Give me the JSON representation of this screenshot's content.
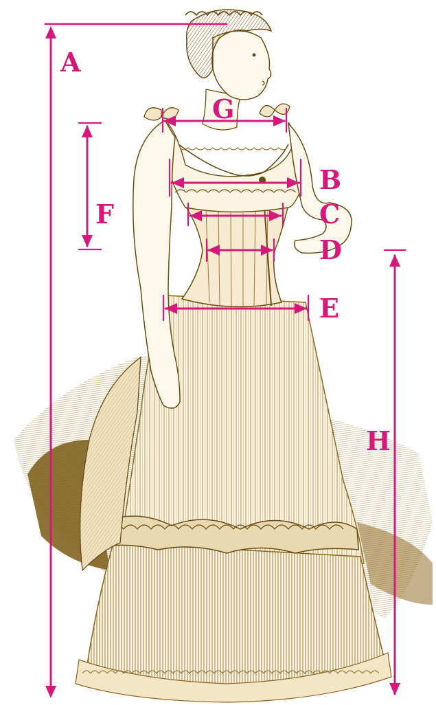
{
  "colors": {
    "measure": "#d4197a",
    "ink": "#8a6418",
    "ink_light": "#c7a96a",
    "ink_dark": "#6b4a10",
    "background": "#ffffff"
  },
  "figure": {
    "subject": "victorian-woman-in-corset-and-petticoat"
  },
  "measurements": {
    "A": "A",
    "B": "B",
    "C": "C",
    "D": "D",
    "E": "E",
    "F": "F",
    "G": "G",
    "H": "H"
  }
}
